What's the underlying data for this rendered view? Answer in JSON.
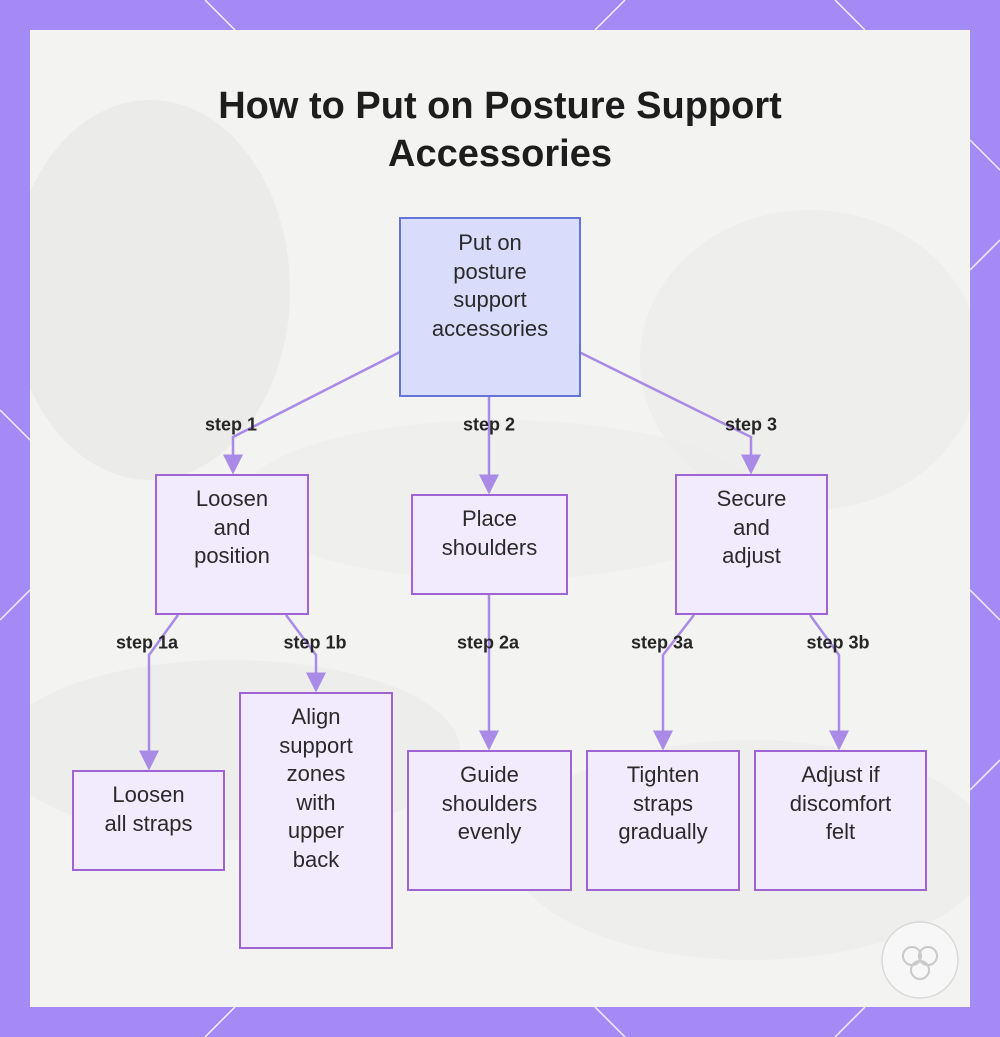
{
  "title": {
    "line1": "How to Put on Posture Support",
    "line2": "Accessories"
  },
  "colors": {
    "frame": "#a48af5",
    "panel": "#f4f4f3",
    "node_fill": "#f2eafd",
    "node_border": "#a063d6",
    "root_fill": "#dadcfc",
    "root_border": "#6475d8",
    "connector": "#a98ae6"
  },
  "nodes": {
    "root": "Put on\nposture\nsupport\naccessories",
    "loosen_position": "Loosen\nand\nposition",
    "place_shoulders": "Place\nshoulders",
    "secure_adjust": "Secure\nand\nadjust",
    "loosen_straps": "Loosen\nall straps",
    "align_zones": "Align\nsupport\nzones\nwith\nupper\nback",
    "guide_shoulders": "Guide\nshoulders\nevenly",
    "tighten_straps": "Tighten\nstraps\ngradually",
    "adjust_discomfort": "Adjust if\ndiscomfort\nfelt"
  },
  "edges": {
    "step1": "step 1",
    "step2": "step 2",
    "step3": "step 3",
    "step1a": "step 1a",
    "step1b": "step 1b",
    "step2a": "step 2a",
    "step3a": "step 3a",
    "step3b": "step 3b"
  },
  "watermark_icon": "flower-logo-icon"
}
